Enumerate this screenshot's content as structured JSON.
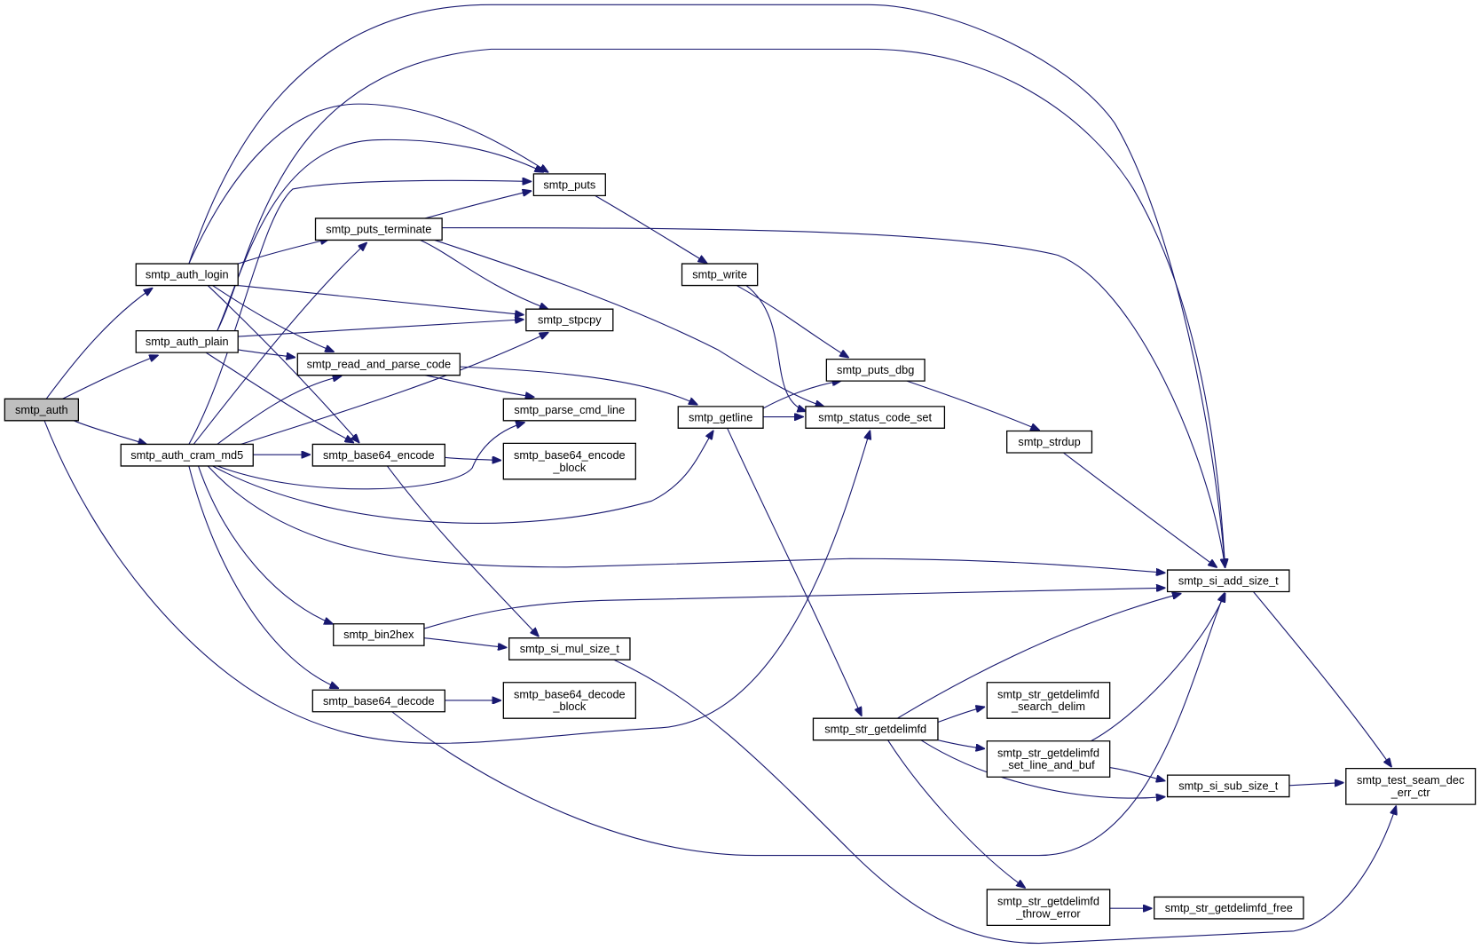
{
  "diagram": {
    "type": "call-graph",
    "colors": {
      "edge": "#191970",
      "root_fill": "#bfbfbf",
      "node_fill": "#ffffff",
      "node_border": "#000000"
    },
    "nodes": [
      {
        "id": "smtp_auth",
        "lines": [
          "smtp_auth"
        ],
        "root": true
      },
      {
        "id": "smtp_auth_login",
        "lines": [
          "smtp_auth_login"
        ]
      },
      {
        "id": "smtp_auth_plain",
        "lines": [
          "smtp_auth_plain"
        ]
      },
      {
        "id": "smtp_auth_cram_md5",
        "lines": [
          "smtp_auth_cram_md5"
        ]
      },
      {
        "id": "smtp_puts",
        "lines": [
          "smtp_puts"
        ]
      },
      {
        "id": "smtp_puts_terminate",
        "lines": [
          "smtp_puts_terminate"
        ]
      },
      {
        "id": "smtp_stpcpy",
        "lines": [
          "smtp_stpcpy"
        ]
      },
      {
        "id": "smtp_read_and_parse_code",
        "lines": [
          "smtp_read_and_parse_code"
        ]
      },
      {
        "id": "smtp_parse_cmd_line",
        "lines": [
          "smtp_parse_cmd_line"
        ]
      },
      {
        "id": "smtp_base64_encode",
        "lines": [
          "smtp_base64_encode"
        ]
      },
      {
        "id": "smtp_base64_encode_block",
        "lines": [
          "smtp_base64_encode",
          "_block"
        ]
      },
      {
        "id": "smtp_bin2hex",
        "lines": [
          "smtp_bin2hex"
        ]
      },
      {
        "id": "smtp_si_mul_size_t",
        "lines": [
          "smtp_si_mul_size_t"
        ]
      },
      {
        "id": "smtp_base64_decode",
        "lines": [
          "smtp_base64_decode"
        ]
      },
      {
        "id": "smtp_base64_decode_block",
        "lines": [
          "smtp_base64_decode",
          "_block"
        ]
      },
      {
        "id": "smtp_write",
        "lines": [
          "smtp_write"
        ]
      },
      {
        "id": "smtp_getline",
        "lines": [
          "smtp_getline"
        ]
      },
      {
        "id": "smtp_puts_dbg",
        "lines": [
          "smtp_puts_dbg"
        ]
      },
      {
        "id": "smtp_status_code_set",
        "lines": [
          "smtp_status_code_set"
        ]
      },
      {
        "id": "smtp_strdup",
        "lines": [
          "smtp_strdup"
        ]
      },
      {
        "id": "smtp_si_add_size_t",
        "lines": [
          "smtp_si_add_size_t"
        ]
      },
      {
        "id": "smtp_str_getdelimfd",
        "lines": [
          "smtp_str_getdelimfd"
        ]
      },
      {
        "id": "smtp_str_getdelimfd_search_delim",
        "lines": [
          "smtp_str_getdelimfd",
          "_search_delim"
        ]
      },
      {
        "id": "smtp_str_getdelimfd_set_line_and_buf",
        "lines": [
          "smtp_str_getdelimfd",
          "_set_line_and_buf"
        ]
      },
      {
        "id": "smtp_si_sub_size_t",
        "lines": [
          "smtp_si_sub_size_t"
        ]
      },
      {
        "id": "smtp_test_seam_dec_err_ctr",
        "lines": [
          "smtp_test_seam_dec",
          "_err_ctr"
        ]
      },
      {
        "id": "smtp_str_getdelimfd_throw_error",
        "lines": [
          "smtp_str_getdelimfd",
          "_throw_error"
        ]
      },
      {
        "id": "smtp_str_getdelimfd_free",
        "lines": [
          "smtp_str_getdelimfd_free"
        ]
      }
    ],
    "edges": [
      [
        "smtp_auth",
        "smtp_auth_login"
      ],
      [
        "smtp_auth",
        "smtp_auth_plain"
      ],
      [
        "smtp_auth",
        "smtp_auth_cram_md5"
      ],
      [
        "smtp_auth",
        "smtp_status_code_set"
      ],
      [
        "smtp_auth_login",
        "smtp_puts"
      ],
      [
        "smtp_auth_login",
        "smtp_puts_terminate"
      ],
      [
        "smtp_auth_login",
        "smtp_stpcpy"
      ],
      [
        "smtp_auth_login",
        "smtp_read_and_parse_code"
      ],
      [
        "smtp_auth_login",
        "smtp_base64_encode"
      ],
      [
        "smtp_auth_login",
        "smtp_si_add_size_t"
      ],
      [
        "smtp_auth_plain",
        "smtp_puts"
      ],
      [
        "smtp_auth_plain",
        "smtp_stpcpy"
      ],
      [
        "smtp_auth_plain",
        "smtp_read_and_parse_code"
      ],
      [
        "smtp_auth_plain",
        "smtp_base64_encode"
      ],
      [
        "smtp_auth_plain",
        "smtp_si_add_size_t"
      ],
      [
        "smtp_auth_cram_md5",
        "smtp_puts"
      ],
      [
        "smtp_auth_cram_md5",
        "smtp_puts_terminate"
      ],
      [
        "smtp_auth_cram_md5",
        "smtp_stpcpy"
      ],
      [
        "smtp_auth_cram_md5",
        "smtp_read_and_parse_code"
      ],
      [
        "smtp_auth_cram_md5",
        "smtp_parse_cmd_line"
      ],
      [
        "smtp_auth_cram_md5",
        "smtp_base64_encode"
      ],
      [
        "smtp_auth_cram_md5",
        "smtp_getline"
      ],
      [
        "smtp_auth_cram_md5",
        "smtp_si_add_size_t"
      ],
      [
        "smtp_auth_cram_md5",
        "smtp_bin2hex"
      ],
      [
        "smtp_auth_cram_md5",
        "smtp_base64_decode"
      ],
      [
        "smtp_puts",
        "smtp_write"
      ],
      [
        "smtp_puts_terminate",
        "smtp_puts"
      ],
      [
        "smtp_puts_terminate",
        "smtp_stpcpy"
      ],
      [
        "smtp_puts_terminate",
        "smtp_status_code_set"
      ],
      [
        "smtp_puts_terminate",
        "smtp_si_add_size_t"
      ],
      [
        "smtp_read_and_parse_code",
        "smtp_parse_cmd_line"
      ],
      [
        "smtp_read_and_parse_code",
        "smtp_getline"
      ],
      [
        "smtp_base64_encode",
        "smtp_base64_encode_block"
      ],
      [
        "smtp_base64_encode",
        "smtp_si_mul_size_t"
      ],
      [
        "smtp_bin2hex",
        "smtp_si_mul_size_t"
      ],
      [
        "smtp_bin2hex",
        "smtp_si_add_size_t"
      ],
      [
        "smtp_base64_decode",
        "smtp_base64_decode_block"
      ],
      [
        "smtp_base64_decode",
        "smtp_si_add_size_t"
      ],
      [
        "smtp_si_mul_size_t",
        "smtp_test_seam_dec_err_ctr"
      ],
      [
        "smtp_write",
        "smtp_puts_dbg"
      ],
      [
        "smtp_write",
        "smtp_status_code_set"
      ],
      [
        "smtp_getline",
        "smtp_puts_dbg"
      ],
      [
        "smtp_getline",
        "smtp_status_code_set"
      ],
      [
        "smtp_getline",
        "smtp_str_getdelimfd"
      ],
      [
        "smtp_puts_dbg",
        "smtp_strdup"
      ],
      [
        "smtp_strdup",
        "smtp_si_add_size_t"
      ],
      [
        "smtp_si_add_size_t",
        "smtp_test_seam_dec_err_ctr"
      ],
      [
        "smtp_str_getdelimfd",
        "smtp_si_add_size_t"
      ],
      [
        "smtp_str_getdelimfd",
        "smtp_str_getdelimfd_search_delim"
      ],
      [
        "smtp_str_getdelimfd",
        "smtp_str_getdelimfd_set_line_and_buf"
      ],
      [
        "smtp_str_getdelimfd",
        "smtp_si_sub_size_t"
      ],
      [
        "smtp_str_getdelimfd",
        "smtp_str_getdelimfd_throw_error"
      ],
      [
        "smtp_str_getdelimfd_set_line_and_buf",
        "smtp_si_add_size_t"
      ],
      [
        "smtp_str_getdelimfd_set_line_and_buf",
        "smtp_si_sub_size_t"
      ],
      [
        "smtp_si_sub_size_t",
        "smtp_test_seam_dec_err_ctr"
      ],
      [
        "smtp_str_getdelimfd_throw_error",
        "smtp_str_getdelimfd_free"
      ]
    ]
  }
}
